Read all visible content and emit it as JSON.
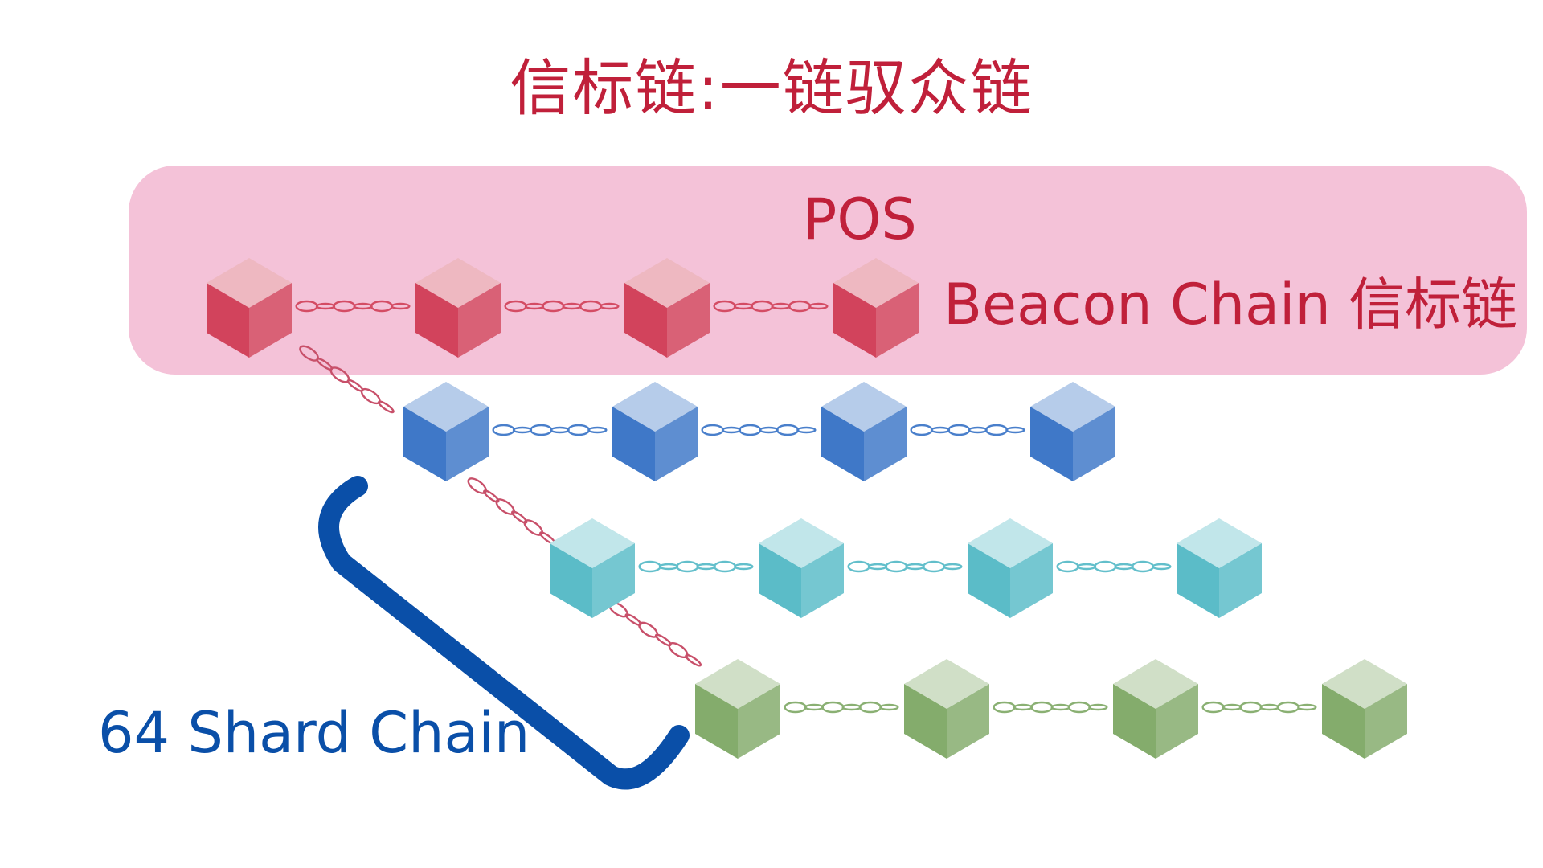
{
  "title": "信标链:一链驭众链",
  "beacon": {
    "pos_label": "POS",
    "label": "Beacon Chain 信标链",
    "color": "#d2435c"
  },
  "shards": {
    "label": "64 Shard Chain",
    "brace_color": "#0a4fa8",
    "rows": [
      {
        "name": "shard-blue",
        "color": "#3f78c8",
        "blocks": 4
      },
      {
        "name": "shard-teal",
        "color": "#5bbcc8",
        "blocks": 4
      },
      {
        "name": "shard-green",
        "color": "#84ac6c",
        "blocks": 4
      }
    ]
  },
  "beacon_blocks": 4,
  "crosslink_color": "#c8506a"
}
